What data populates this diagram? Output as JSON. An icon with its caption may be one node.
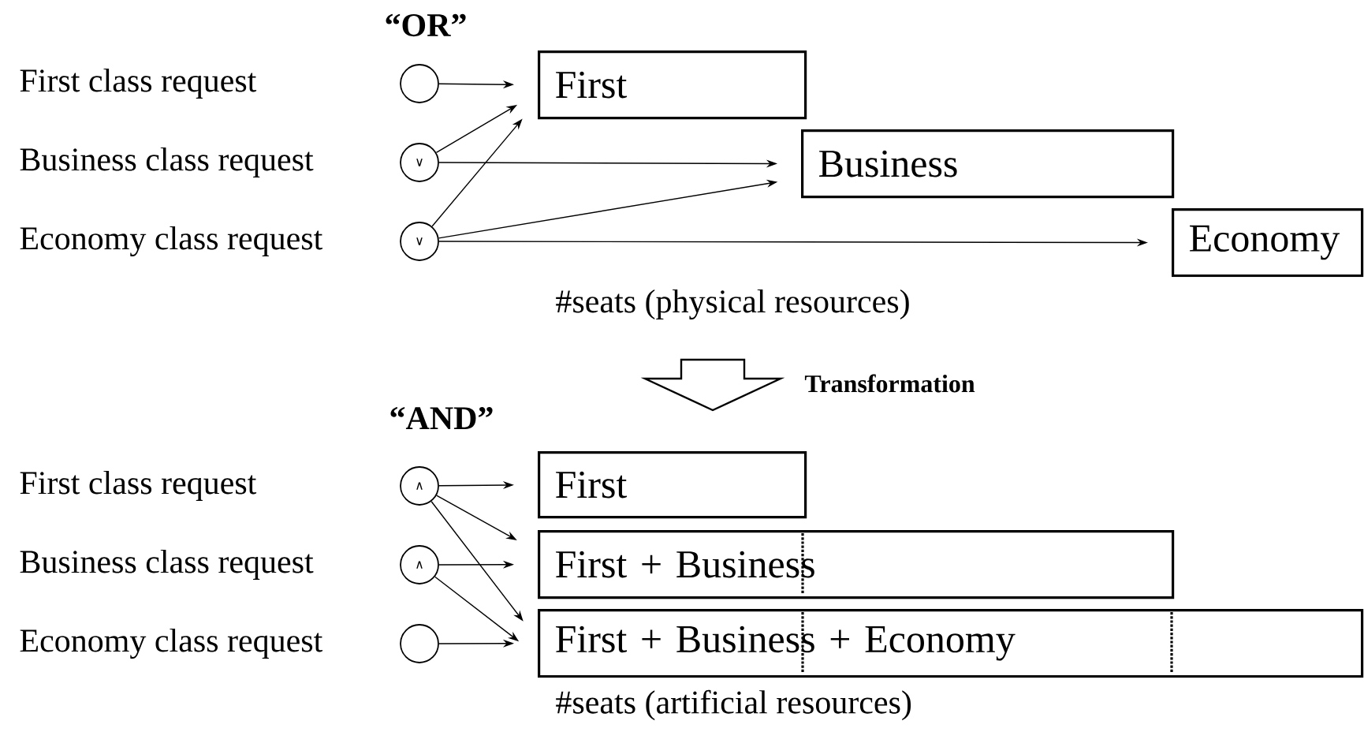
{
  "diagram": {
    "nodes": [
      {
        "text": [],
        "shape": "circle"
      },
      {
        "text": [
          "∨"
        ]
      },
      {
        "text": [
          "∨"
        ]
      },
      {
        "text": [
          "First"
        ]
      },
      {
        "text": [
          "Business"
        ]
      },
      {
        "text": [
          "Economy"
        ]
      },
      {
        "text": [
          "∧"
        ]
      },
      {
        "text": [
          "∧"
        ]
      },
      {
        "text": [],
        "shape": "circle"
      },
      {
        "text": [
          "First"
        ]
      },
      {
        "text": [
          "First + Business"
        ]
      },
      {
        "text": [
          "First + Business + Economy"
        ]
      }
    ],
    "edges": [
      {
        "from": 0,
        "to": 3,
        "arrow": "to"
      },
      {
        "from": 1,
        "to": 3,
        "arrow": "to"
      },
      {
        "from": 1,
        "to": 4,
        "arrow": "to"
      },
      {
        "from": 2,
        "to": 3,
        "arrow": "to"
      },
      {
        "from": 2,
        "to": 4,
        "arrow": "to"
      },
      {
        "from": 2,
        "to": 5,
        "arrow": "to"
      },
      {
        "from": 6,
        "to": 9,
        "arrow": "to"
      },
      {
        "from": 6,
        "to": 10,
        "arrow": "to"
      },
      {
        "from": 6,
        "to": 11,
        "arrow": "to"
      },
      {
        "from": 7,
        "to": 10,
        "arrow": "to"
      },
      {
        "from": 7,
        "to": 11,
        "arrow": "to"
      },
      {
        "from": 8,
        "to": 11,
        "arrow": "to"
      }
    ],
    "labels": [
      "“OR”",
      "First class request",
      "Business class request",
      "Economy class request",
      "#seats (physical resources)",
      "Transformation",
      "“AND”",
      "First class request",
      "Business class request",
      "Economy class request",
      "#seats (artificial resources)"
    ]
  }
}
